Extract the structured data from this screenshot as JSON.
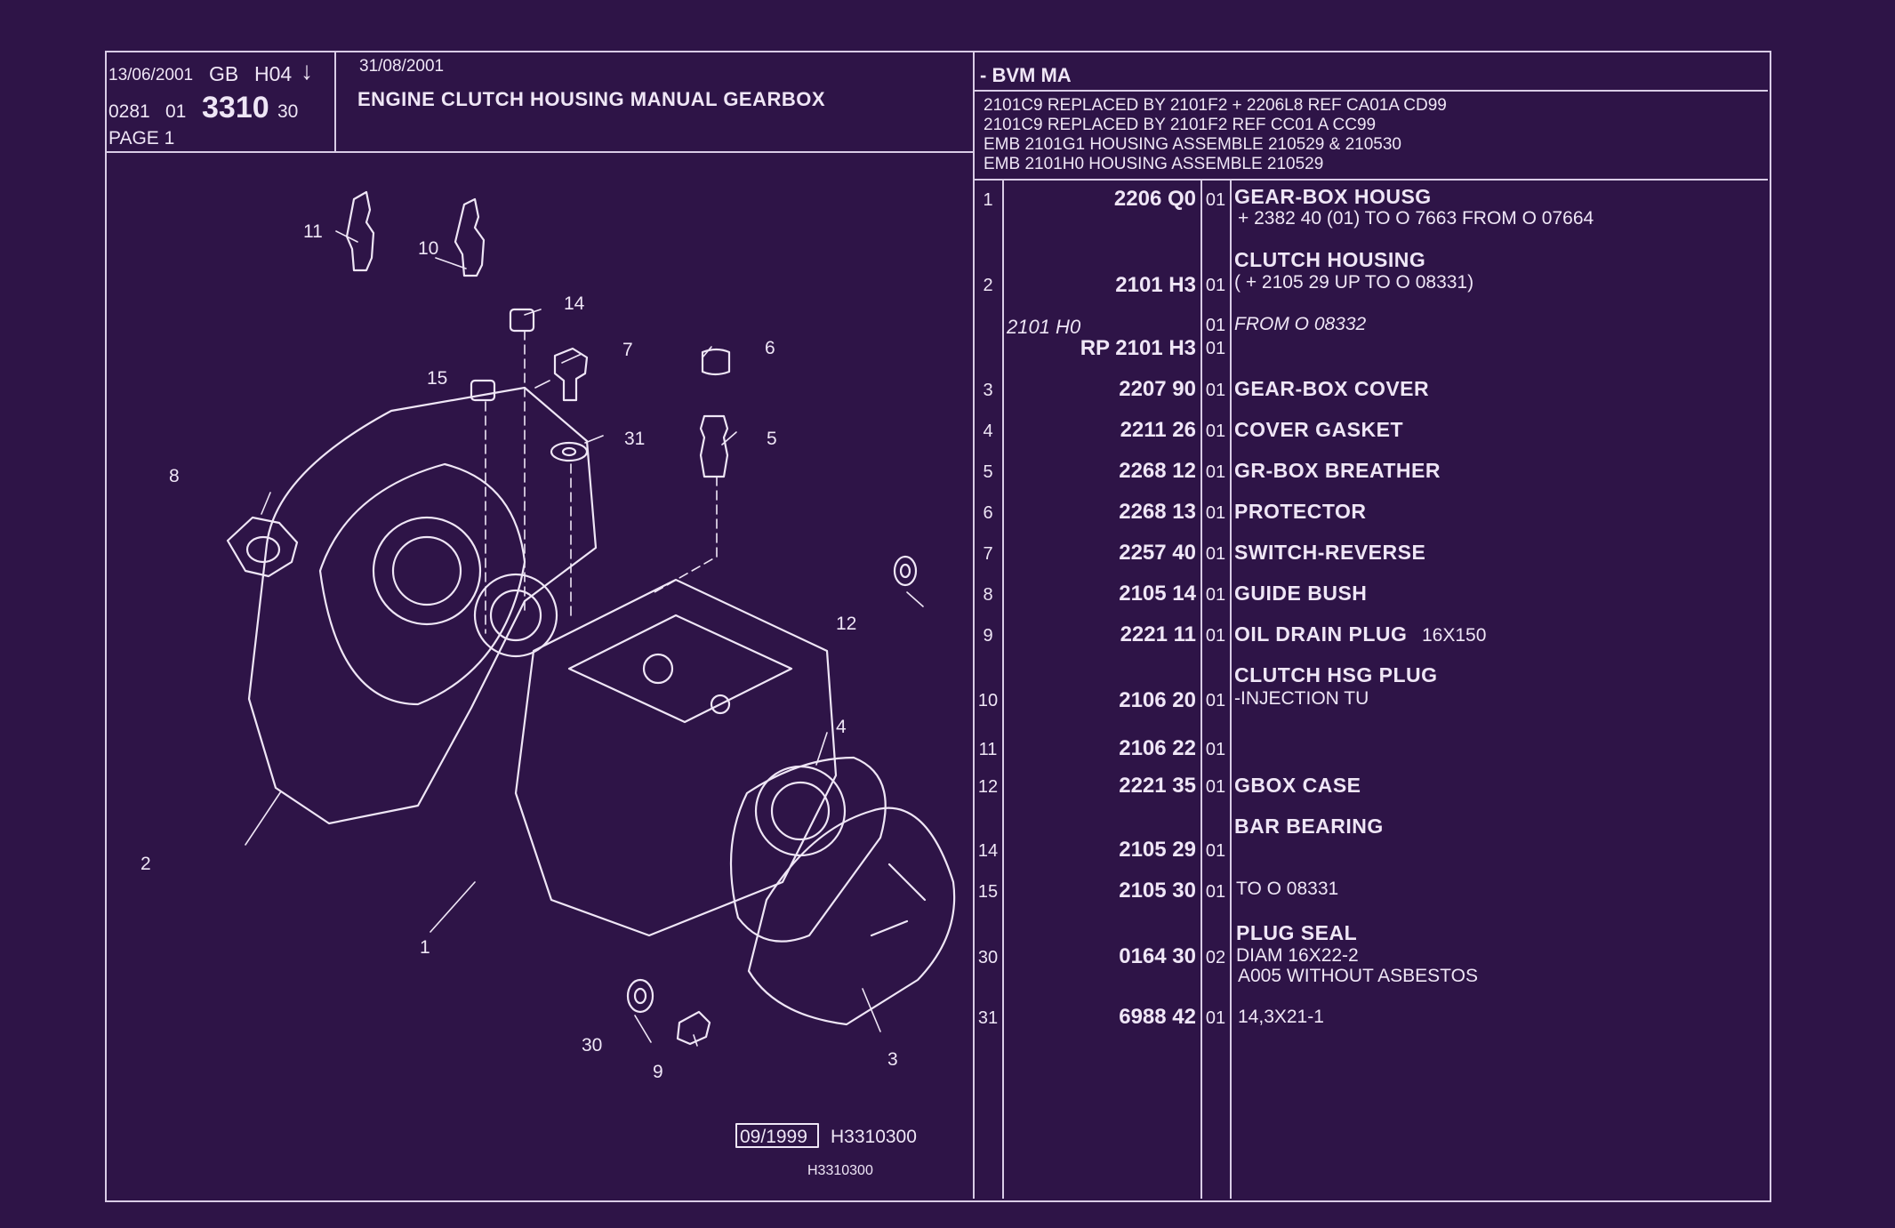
{
  "header": {
    "date1": "13/06/2001",
    "lang_code": "GB",
    "version": "H04",
    "arrow": "↓",
    "code_prefix": "0281",
    "code_sub": "01",
    "code_main": "3310",
    "code_suffix": "30",
    "page_label": "PAGE 1",
    "date2": "31/08/2001",
    "title": "ENGINE CLUTCH HOUSING MANUAL GEARBOX"
  },
  "notes": {
    "model": "- BVM MA",
    "lines": [
      "2101C9 REPLACED BY 2101F2  +  2206L8 REF CA01A CD99",
      "2101C9 REPLACED BY 2101F2 REF CC01 A CC99",
      "EMB 2101G1 HOUSING ASSEMBLE 210529 & 210530",
      "EMB 2101H0 HOUSING ASSEMBLE 210529"
    ]
  },
  "parts": [
    {
      "num": "1",
      "ref": "2206 Q0",
      "qty": "01",
      "title": "GEAR-BOX HOUSG",
      "detail": "+  2382 40 (01) TO O 7663 FROM  O  07664"
    },
    {
      "num": "",
      "ref": "",
      "qty": "",
      "title": "CLUTCH HOUSING",
      "detail": ""
    },
    {
      "num": "2",
      "ref": "2101 H3",
      "qty": "01",
      "title": "",
      "detail": "(  +  2105 29 UP TO O 08331)"
    },
    {
      "num": "",
      "ref": "2101 H0",
      "qty": "01",
      "title": "",
      "detail": "FROM  O  08332"
    },
    {
      "num": "",
      "ref": "RP  2101 H3",
      "qty": "01",
      "title": "",
      "detail": ""
    },
    {
      "num": "3",
      "ref": "2207 90",
      "qty": "01",
      "title": "GEAR-BOX COVER",
      "detail": ""
    },
    {
      "num": "4",
      "ref": "2211 26",
      "qty": "01",
      "title": "COVER GASKET",
      "detail": ""
    },
    {
      "num": "5",
      "ref": "2268 12",
      "qty": "01",
      "title": "GR-BOX BREATHER",
      "detail": ""
    },
    {
      "num": "6",
      "ref": "2268 13",
      "qty": "01",
      "title": "PROTECTOR",
      "detail": ""
    },
    {
      "num": "7",
      "ref": "2257 40",
      "qty": "01",
      "title": "SWITCH-REVERSE",
      "detail": ""
    },
    {
      "num": "8",
      "ref": "2105 14",
      "qty": "01",
      "title": "GUIDE BUSH",
      "detail": ""
    },
    {
      "num": "9",
      "ref": "2221 11",
      "qty": "01",
      "title": "OIL DRAIN PLUG",
      "detail": "16X150"
    },
    {
      "num": "",
      "ref": "",
      "qty": "",
      "title": "CLUTCH HSG PLUG",
      "detail": ""
    },
    {
      "num": "10",
      "ref": "2106 20",
      "qty": "01",
      "title": "",
      "detail": "-INJECTION TU"
    },
    {
      "num": "11",
      "ref": "2106 22",
      "qty": "01",
      "title": "",
      "detail": ""
    },
    {
      "num": "12",
      "ref": "2221 35",
      "qty": "01",
      "title": "GBOX CASE",
      "detail": ""
    },
    {
      "num": "",
      "ref": "",
      "qty": "",
      "title": "BAR BEARING",
      "detail": ""
    },
    {
      "num": "14",
      "ref": "2105 29",
      "qty": "01",
      "title": "",
      "detail": ""
    },
    {
      "num": "15",
      "ref": "2105 30",
      "qty": "01",
      "title": "",
      "detail": "TO  O  08331"
    },
    {
      "num": "",
      "ref": "",
      "qty": "",
      "title": "PLUG SEAL",
      "detail": ""
    },
    {
      "num": "30",
      "ref": "0164 30",
      "qty": "02",
      "title": "",
      "detail": "DIAM 16X22-2"
    },
    {
      "num": "",
      "ref": "",
      "qty": "",
      "title": "",
      "detail": "A005 WITHOUT ASBESTOS"
    },
    {
      "num": "31",
      "ref": "6988 42",
      "qty": "01",
      "title": "",
      "detail": "14,3X21-1"
    }
  ],
  "diagram": {
    "callouts": [
      "11",
      "10",
      "14",
      "7",
      "6",
      "15",
      "31",
      "5",
      "8",
      "12",
      "4",
      "2",
      "1",
      "30",
      "9",
      "3"
    ],
    "stamp_date": "09/1999",
    "stamp_ref": "H3310300",
    "stamp_ref_small": "H3310300"
  },
  "colors": {
    "background": "#2e1447",
    "line": "#efe6f6"
  }
}
